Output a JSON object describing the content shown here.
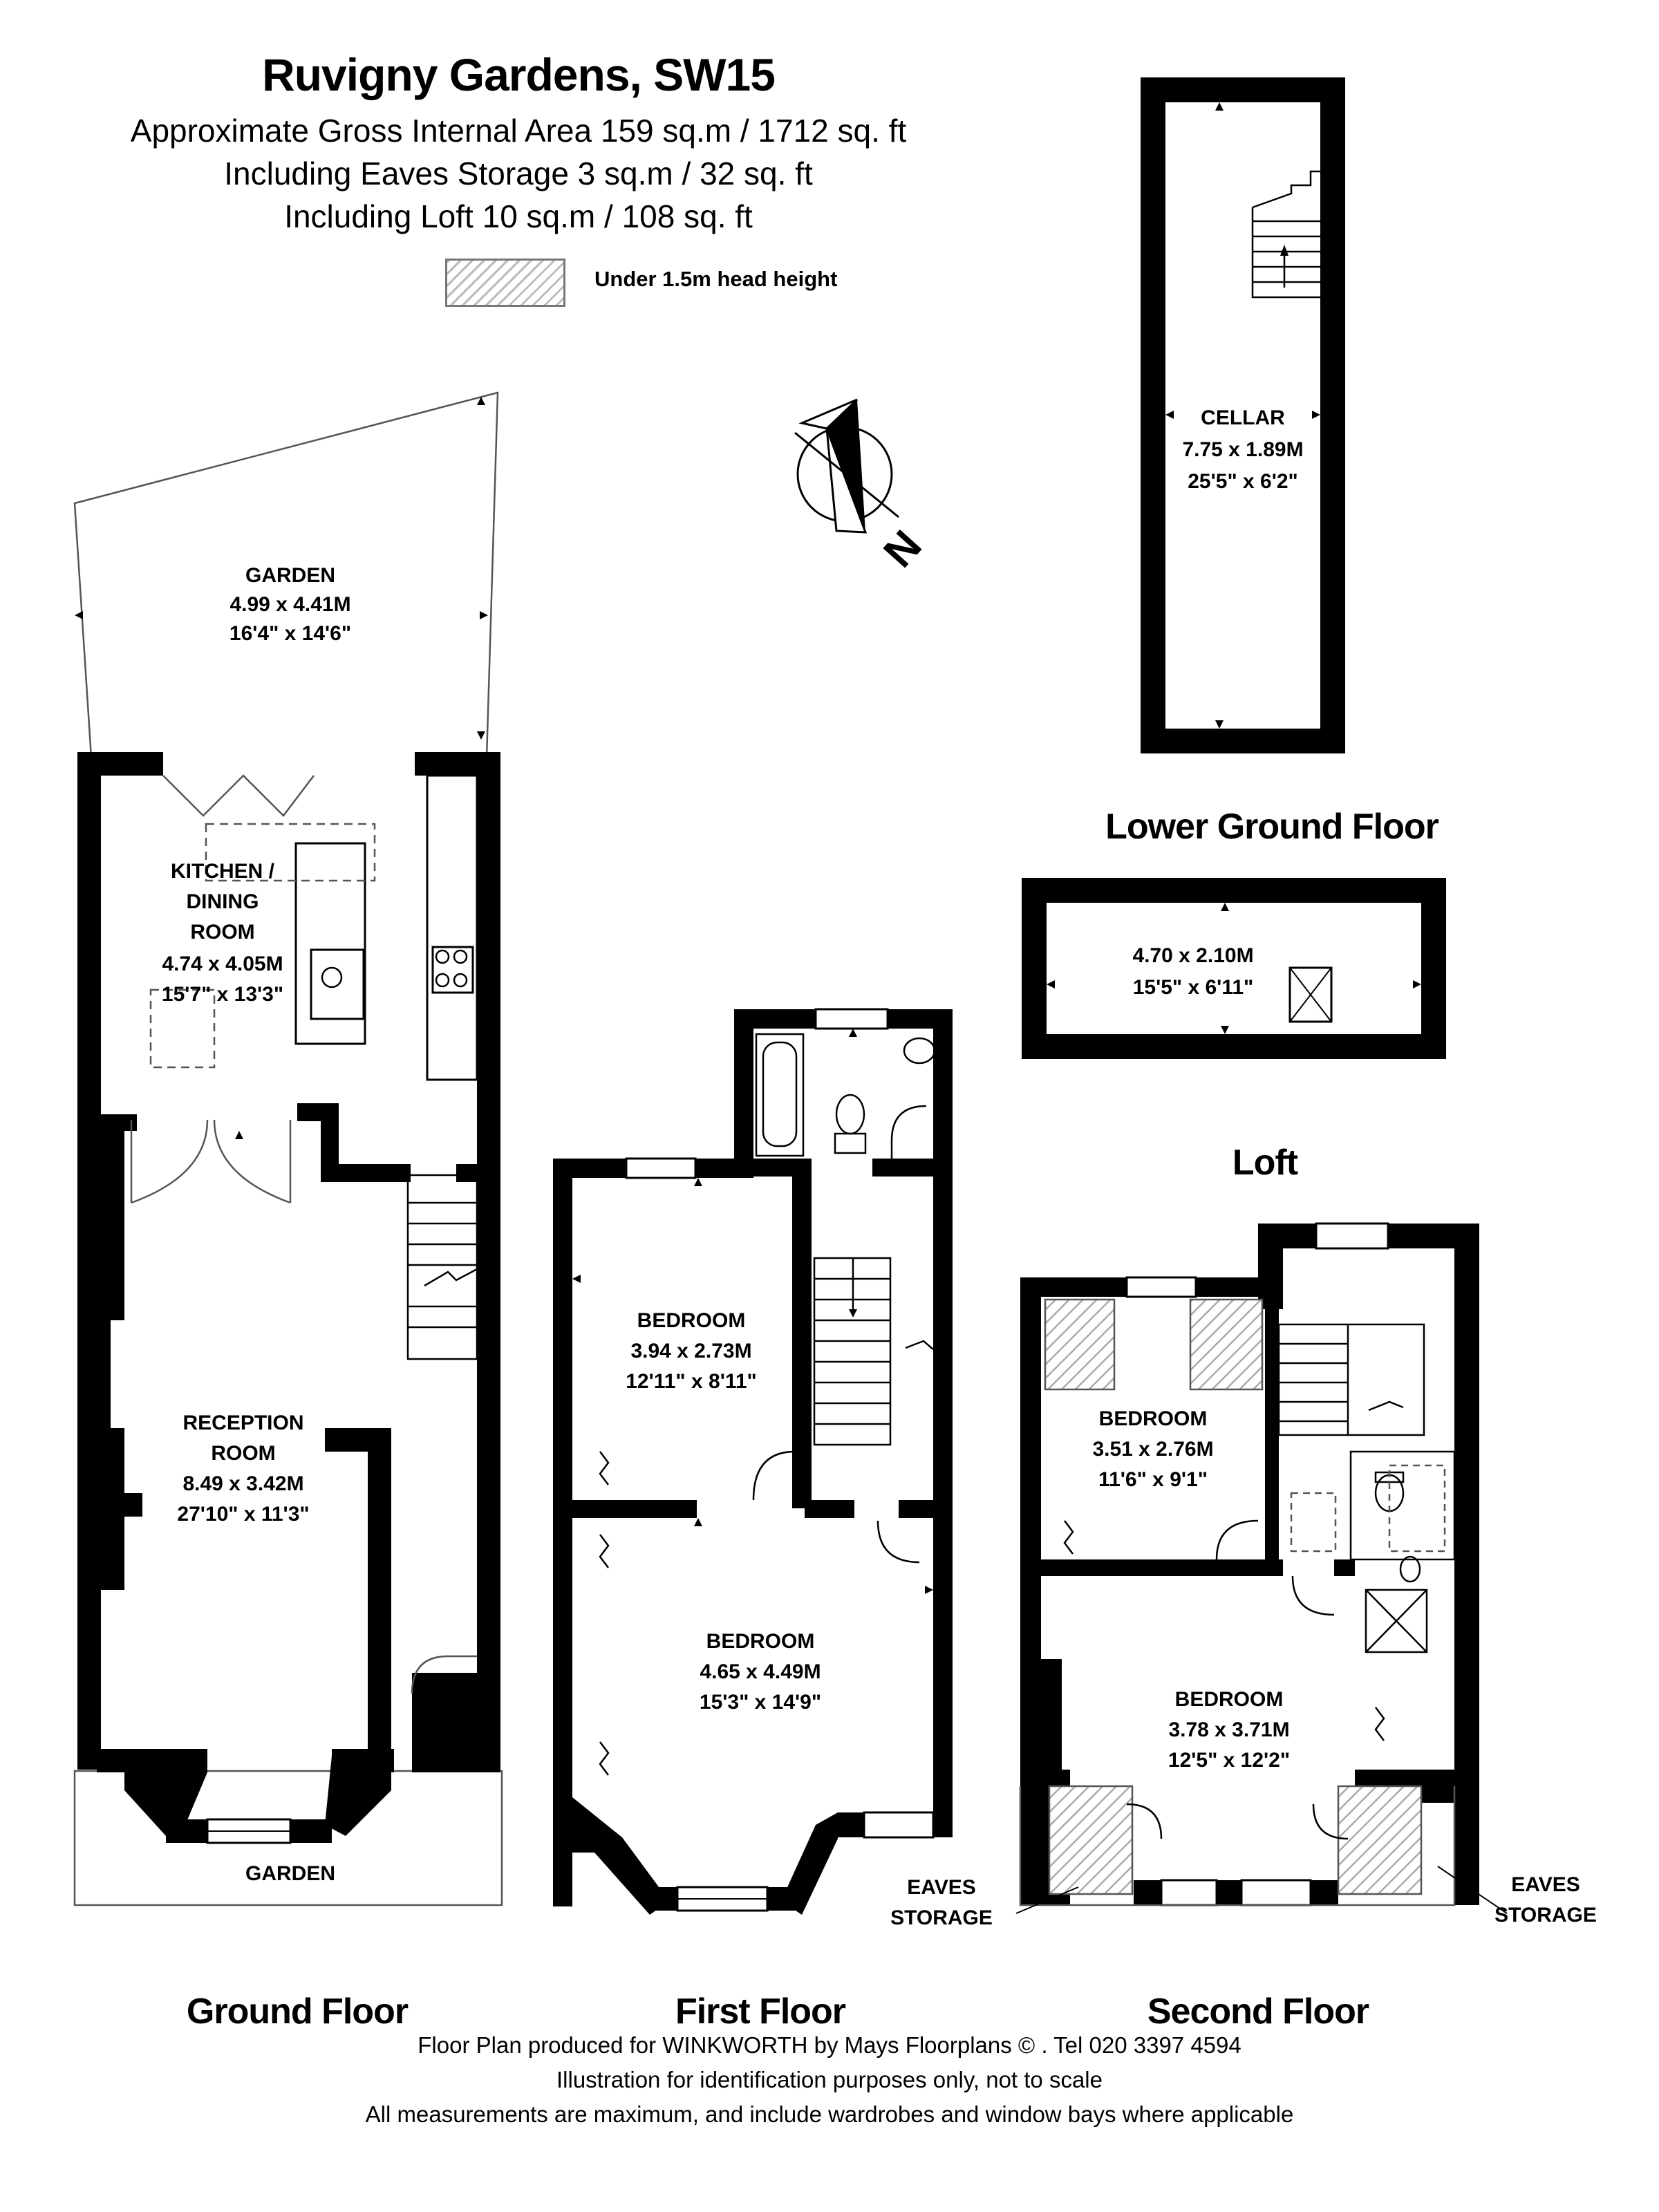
{
  "header": {
    "title": "Ruvigny Gardens, SW15",
    "area_lines": [
      "Approximate Gross Internal Area 159 sq.m  /  1712 sq. ft",
      "Including Eaves Storage  3 sq.m  /  32 sq. ft",
      "Including Loft  10 sq.m  /  108 sq. ft"
    ]
  },
  "legend": {
    "hatch_label": "Under 1.5m head height"
  },
  "compass": {
    "label": "N"
  },
  "floors": {
    "ground": "Ground Floor",
    "first": "First Floor",
    "second": "Second Floor",
    "lower": "Lower Ground Floor",
    "loft": "Loft"
  },
  "rooms": {
    "garden_rear": [
      "GARDEN",
      "4.99 x 4.41M",
      "16'4\" x 14'6\""
    ],
    "kitchen": [
      "KITCHEN /",
      "DINING",
      "ROOM",
      "4.74 x 4.05M",
      "15'7\" x 13'3\""
    ],
    "reception": [
      "RECEPTION",
      "ROOM",
      "8.49 x 3.42M",
      "27'10\" x 11'3\""
    ],
    "garden_front": [
      "GARDEN"
    ],
    "first_bed_rear": [
      "BEDROOM",
      "3.94 x 2.73M",
      "12'11\" x 8'11\""
    ],
    "first_bed_front": [
      "BEDROOM",
      "4.65 x 4.49M",
      "15'3\" x 14'9\""
    ],
    "second_bed_rear": [
      "BEDROOM",
      "3.51 x 2.76M",
      "11'6\" x 9'1\""
    ],
    "second_bed_front": [
      "BEDROOM",
      "3.78 x 3.71M",
      "12'5\" x 12'2\""
    ],
    "eaves_left": [
      "EAVES",
      "STORAGE"
    ],
    "eaves_right": [
      "EAVES",
      "STORAGE"
    ],
    "cellar": [
      "CELLAR",
      "7.75 x 1.89M",
      "25'5\" x 6'2\""
    ],
    "loft": [
      "4.70 x 2.10M",
      "15'5\" x 6'11\""
    ]
  },
  "footer": [
    "Floor Plan produced for WINKWORTH by Mays Floorplans  ©  . Tel 020 3397 4594",
    "Illustration for identification purposes only, not to scale",
    "All measurements are maximum, and include wardrobes and window bays where applicable"
  ],
  "colors": {
    "wall": "#000000",
    "hatch": "#bbbbbb",
    "background": "#ffffff"
  }
}
